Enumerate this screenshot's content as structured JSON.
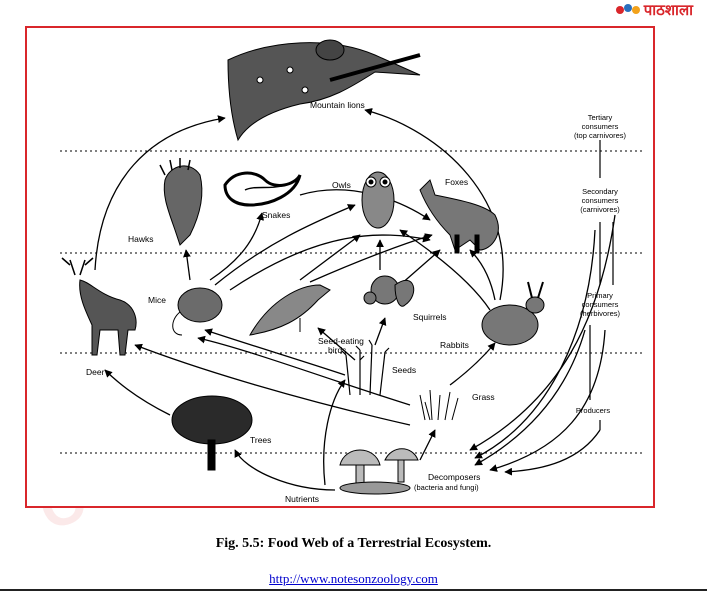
{
  "logo": {
    "text": "पाठशाला"
  },
  "diagram": {
    "trophic_levels": {
      "tertiary": [
        "Tertiary",
        "consumers",
        "(top carnivores)"
      ],
      "secondary": [
        "Secondary",
        "consumers",
        "(carnivores)"
      ],
      "primary": [
        "Primary",
        "consumers",
        "(herbivores)"
      ],
      "producers": "Producers"
    },
    "organisms": {
      "mountain_lions": "Mountain lions",
      "hawks": "Hawks",
      "snakes": "Snakes",
      "owls": "Owls",
      "foxes": "Foxes",
      "deer": "Deer",
      "mice": "Mice",
      "seed_eating_birds": [
        "Seed-eating",
        "birds"
      ],
      "squirrels": "Squirrels",
      "rabbits": "Rabbits",
      "seeds": "Seeds",
      "grass": "Grass",
      "trees": "Trees",
      "nutrients": "Nutrients",
      "decomposers": [
        "Decomposers",
        "(bacteria and fungi)"
      ]
    }
  },
  "caption": "Fig. 5.5: Food Web of a Terrestrial Ecosystem.",
  "source_link": "http://www.notesonzoology.com"
}
